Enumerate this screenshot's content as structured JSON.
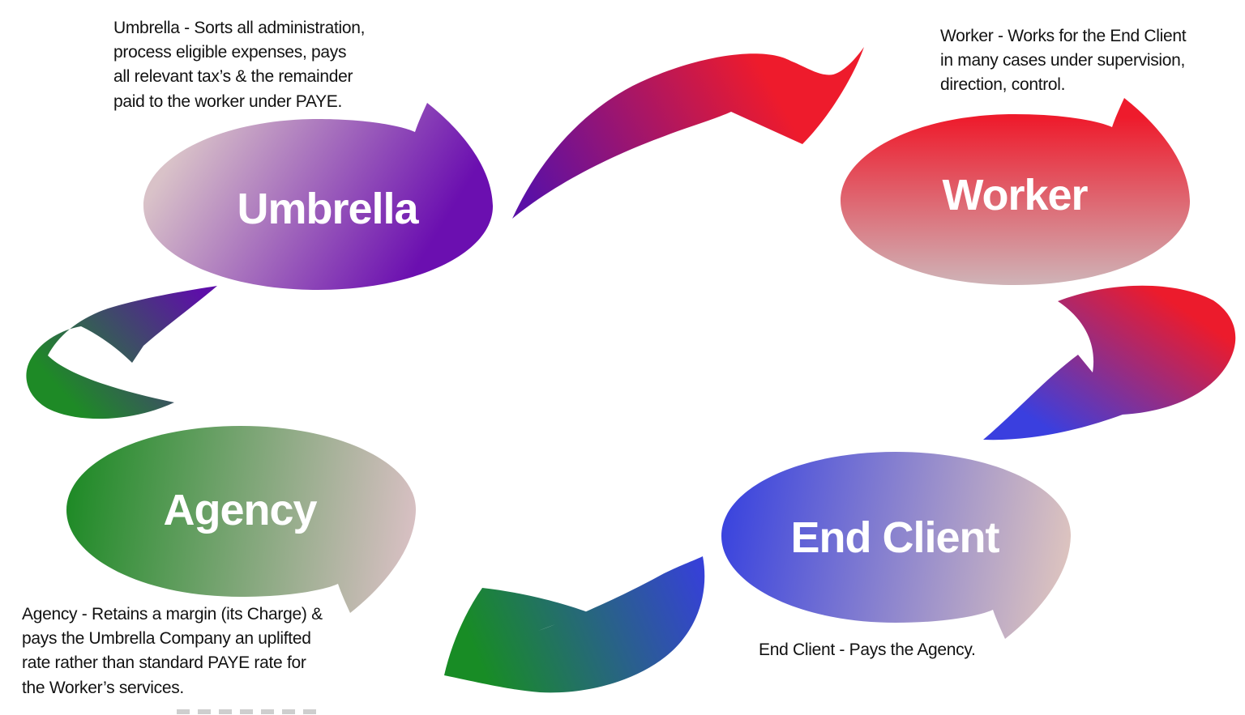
{
  "page": {
    "background": "#ffffff",
    "text_color": "#121212"
  },
  "nodes": {
    "umbrella": {
      "label": "Umbrella",
      "description": "Umbrella - Sorts all administration,\nprocess eligible expenses, pays\nall relevant tax’s & the remainder\npaid to the worker under PAYE.",
      "fill_from": "#d9c2c8",
      "fill_to": "#6b0fb0"
    },
    "worker": {
      "label": "Worker",
      "description": "Worker - Works for the End Client\nin many cases under supervision,\ndirection, control.",
      "fill_from": "#ee1b2c",
      "fill_to": "#cfb2b6"
    },
    "end_client": {
      "label": "End Client",
      "description": "End Client - Pays the Agency.",
      "fill_from": "#3a44de",
      "fill_to": "#dcc3bf"
    },
    "agency": {
      "label": "Agency",
      "description": "Agency - Retains a margin (its Charge) &\npays the Umbrella Company an uplifted\nrate rather than standard PAYE rate for\nthe Worker’s services.",
      "fill_from": "#1e8a26",
      "fill_to": "#d8c0c3"
    }
  },
  "arrows": {
    "umbrella_to_worker": {
      "from": "Umbrella",
      "to": "Worker",
      "color_from": "#5a10a6",
      "color_to": "#ee1b2c"
    },
    "worker_to_end_client": {
      "from": "Worker",
      "to": "End Client",
      "color_from": "#ec1b2c",
      "color_to": "#3a3fdf"
    },
    "end_client_to_agency": {
      "from": "End Client",
      "to": "Agency",
      "color_from": "#3640d8",
      "color_to": "#188c25"
    },
    "agency_to_umbrella": {
      "from": "Agency",
      "to": "Umbrella",
      "color_from": "#1e8a26",
      "color_to": "#5d0fa8"
    }
  }
}
